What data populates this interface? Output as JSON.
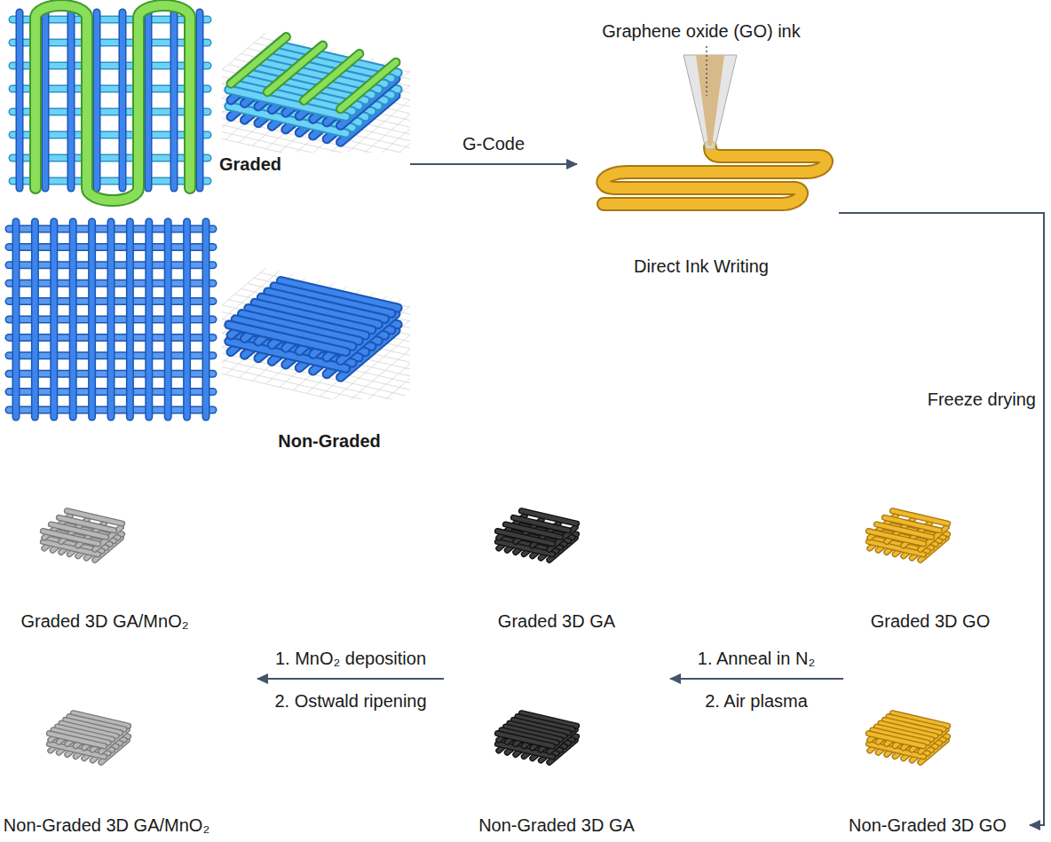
{
  "diagram": {
    "nodes": [
      {
        "text": [
          "Graded"
        ]
      },
      {
        "text": [
          "Non-Graded"
        ]
      },
      {
        "text": [
          "Direct Ink Writing"
        ]
      },
      {
        "text": [
          "Graded 3D GO"
        ]
      },
      {
        "text": [
          "Non-Graded 3D GO"
        ]
      },
      {
        "text": [
          "Graded 3D GA"
        ]
      },
      {
        "text": [
          "Non-Graded 3D GA"
        ]
      },
      {
        "text": [
          "Graded 3D GA/MnO₂"
        ]
      },
      {
        "text": [
          "Non-Graded 3D GA/MnO₂"
        ]
      }
    ],
    "edges": [
      {
        "from": 0,
        "to": 2,
        "arrow": "to",
        "label": "G-Code"
      },
      {
        "from": 2,
        "to": 4,
        "arrow": "to",
        "label": "Freeze drying"
      },
      {
        "from": 3,
        "to": 5,
        "arrow": "to"
      },
      {
        "from": 5,
        "to": 7,
        "arrow": "to"
      }
    ],
    "labels": [
      "Graphene oxide (GO) ink",
      "1. Anneal in N₂",
      "2. Air plasma",
      "1. MnO₂ deposition",
      "2. Ostwald ripening"
    ]
  }
}
